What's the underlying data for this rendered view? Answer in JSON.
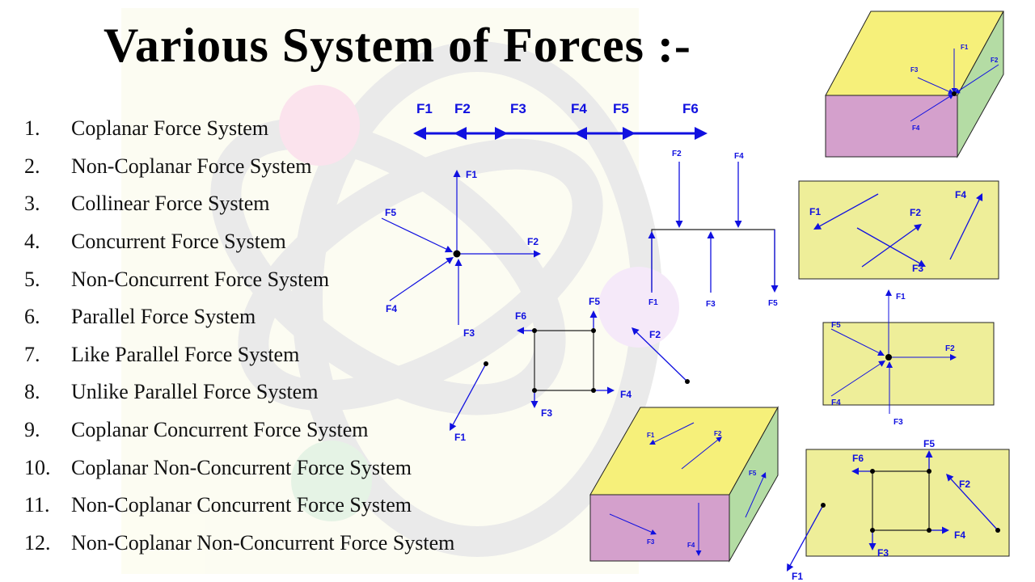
{
  "title": "Various System of Forces :-",
  "items": [
    {
      "num": "1.",
      "text": "Coplanar Force System"
    },
    {
      "num": "2.",
      "text": "Non-Coplanar Force System"
    },
    {
      "num": "3.",
      "text": "Collinear  Force System"
    },
    {
      "num": "4.",
      "text": "Concurrent Force System"
    },
    {
      "num": "5.",
      "text": "Non-Concurrent Force System"
    },
    {
      "num": "6.",
      "text": "Parallel Force System"
    },
    {
      "num": "7.",
      "text": "Like Parallel Force System"
    },
    {
      "num": "8.",
      "text": "Unlike Parallel Force System"
    },
    {
      "num": "9.",
      "text": "Coplanar Concurrent Force System"
    },
    {
      "num": "10.",
      "text": "Coplanar Non-Concurrent Force System"
    },
    {
      "num": "11.",
      "text": "Non-Coplanar Concurrent Force System"
    },
    {
      "num": "12.",
      "text": "Non-Coplanar Non-Concurrent Force System"
    }
  ],
  "labels": {
    "collinear": [
      "F1",
      "F2",
      "F3",
      "F4",
      "F5",
      "F6"
    ],
    "concurrent": [
      "F1",
      "F2",
      "F3",
      "F4",
      "F5"
    ],
    "parallel": [
      "F2",
      "F4",
      "F1",
      "F3",
      "F5"
    ],
    "nonconcurrent": [
      "F6",
      "F5",
      "F4",
      "F3",
      "F2",
      "F1"
    ],
    "box_top": [
      "F1",
      "F2",
      "F3",
      "F4"
    ],
    "coplanar_panel": [
      "F1",
      "F2",
      "F3",
      "F4"
    ],
    "concurrent_panel": [
      "F1",
      "F5",
      "F2",
      "F4",
      "F3"
    ],
    "box_bottom": [
      "F1",
      "F2",
      "F5",
      "F3",
      "F4"
    ],
    "nonconcurrent_panel": [
      "F6",
      "F5",
      "F2",
      "F4",
      "F3",
      "F1"
    ]
  },
  "colors": {
    "arrow": "#1010e0",
    "panel": "#eeee99",
    "box_top": "#f6f07a",
    "box_front": "#d4a0cc",
    "box_side": "#b4dca4"
  }
}
